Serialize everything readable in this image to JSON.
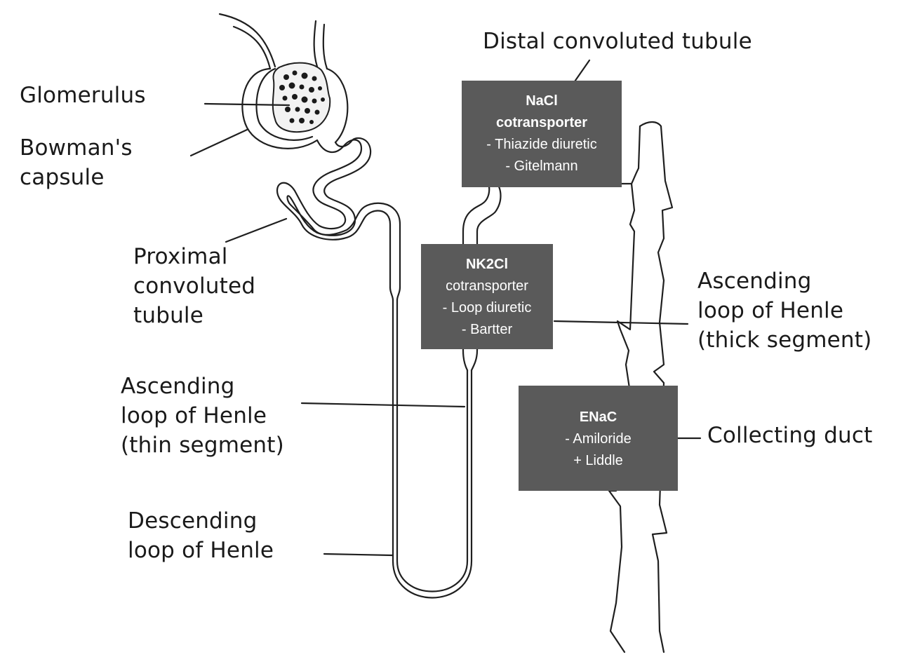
{
  "labels": {
    "glomerulus": "Glomerulus",
    "bowmans_capsule": [
      "Bowman's",
      "capsule"
    ],
    "proximal": [
      "Proximal",
      "convoluted",
      "tubule"
    ],
    "ascending_thin": [
      "Ascending",
      "loop of Henle",
      "(thin segment)"
    ],
    "descending": [
      "Descending",
      "loop of Henle"
    ],
    "distal": "Distal convoluted tubule",
    "ascending_thick": [
      "Ascending",
      "loop of Henle",
      "(thick segment)"
    ],
    "collecting_duct": "Collecting duct"
  },
  "boxes": {
    "nacl": {
      "title": "NaCl",
      "subtitle": "cotransporter",
      "items": [
        "- Thiazide diuretic",
        "- Gitelmann"
      ]
    },
    "nk2cl": {
      "title": "NK2Cl",
      "subtitle": "cotransporter",
      "items": [
        "- Loop diuretic",
        "- Bartter"
      ]
    },
    "enac": {
      "title": "ENaC",
      "items": [
        "- Amiloride",
        "+ Liddle"
      ]
    }
  },
  "colors": {
    "box_fill": "#5a5a5a",
    "box_text": "#ffffff",
    "ink": "#1a1a1a"
  }
}
